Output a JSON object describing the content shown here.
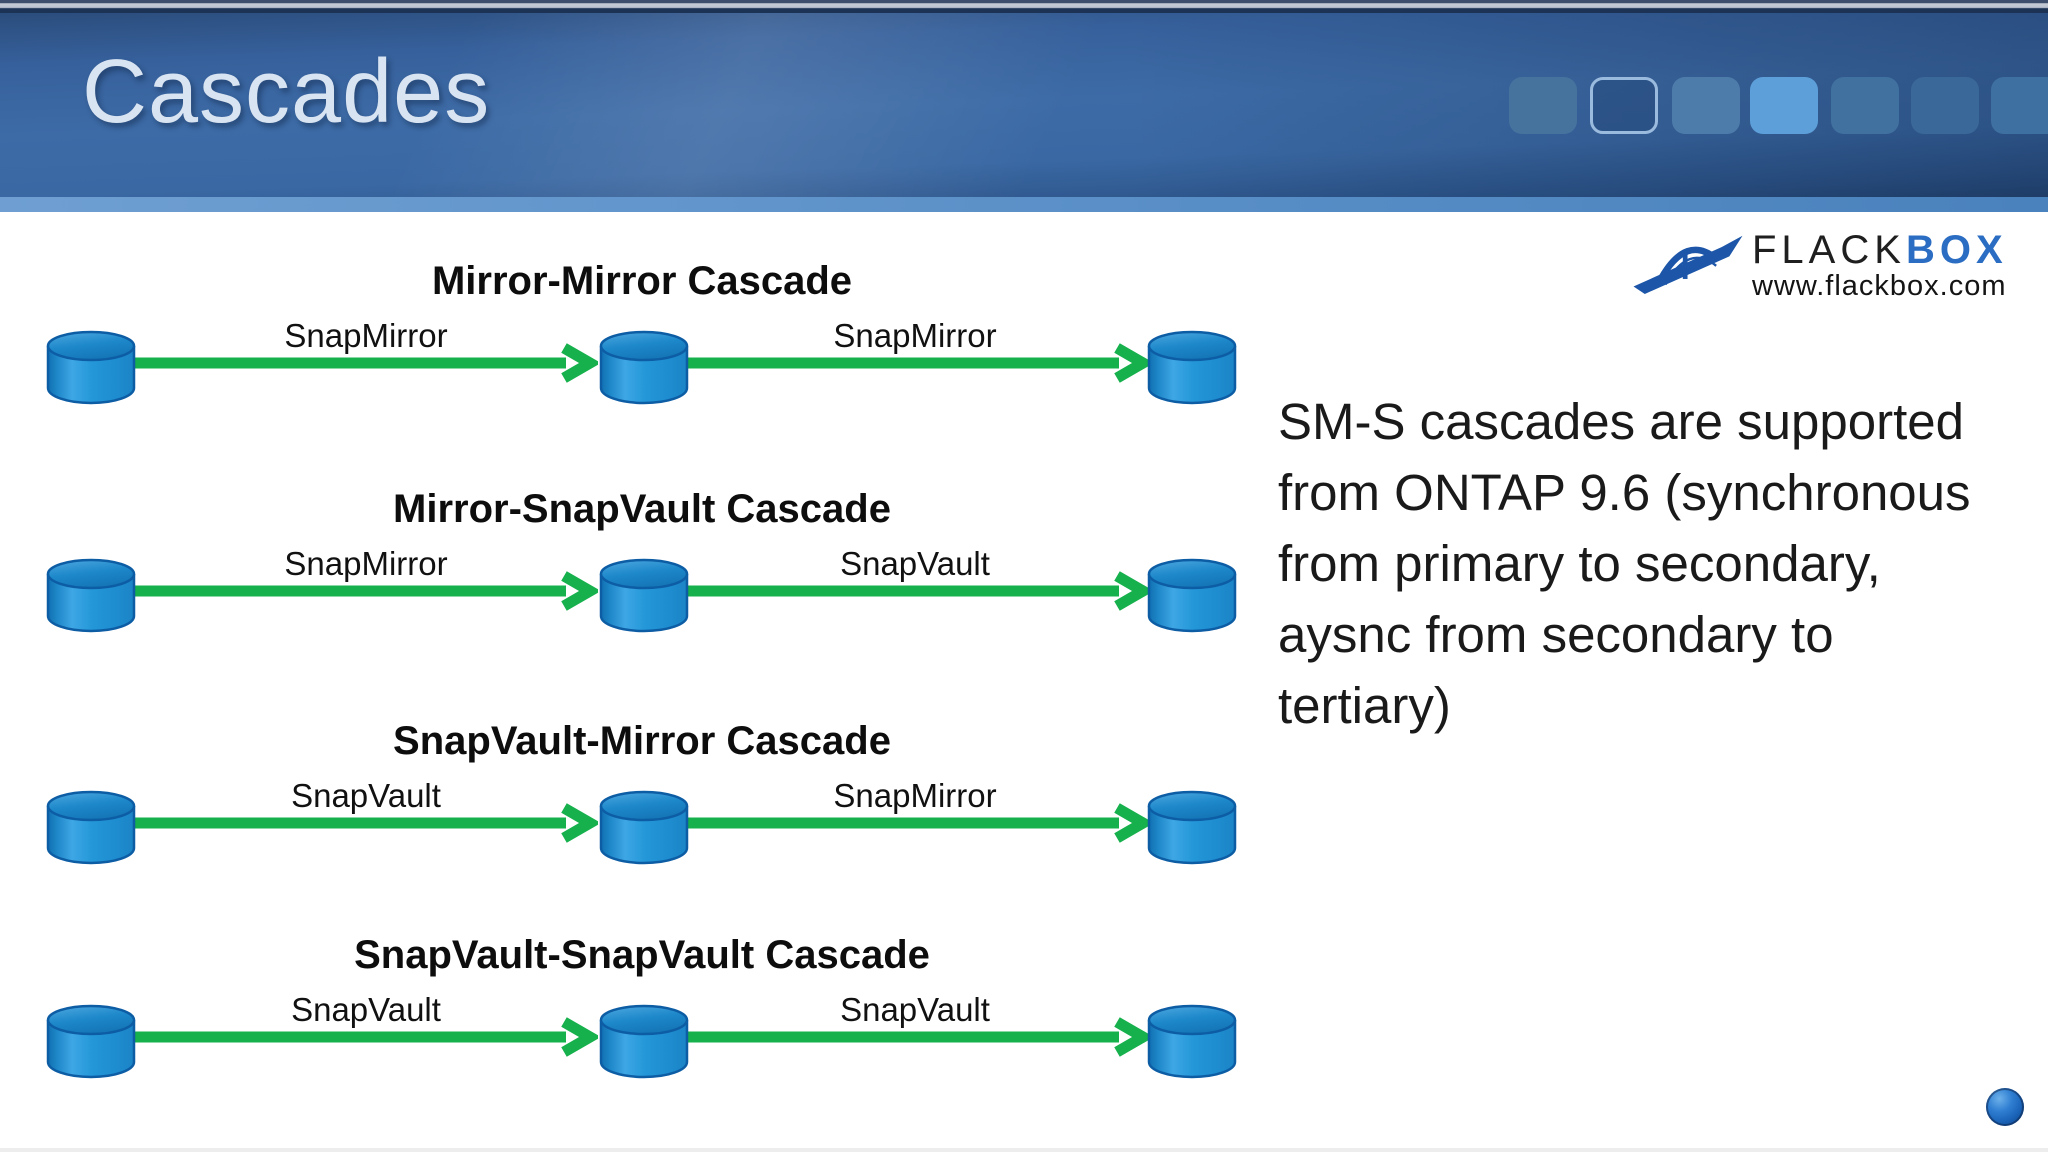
{
  "slide": {
    "title": "Cascades",
    "note": "SM-S cascades are supported\nfrom ONTAP 9.6 (synchronous\nfrom primary to secondary,\naysnc from secondary to\ntertiary)"
  },
  "logo": {
    "brand_first": "FLACK",
    "brand_second": "BOX",
    "website": "www.flackbox.com"
  },
  "cascades": [
    {
      "title": "Mirror-Mirror Cascade",
      "link1": "SnapMirror",
      "link2": "SnapMirror"
    },
    {
      "title": "Mirror-SnapVault Cascade",
      "link1": "SnapMirror",
      "link2": "SnapVault"
    },
    {
      "title": "SnapVault-Mirror Cascade",
      "link1": "SnapVault",
      "link2": "SnapMirror"
    },
    {
      "title": "SnapVault-SnapVault Cascade",
      "link1": "SnapVault",
      "link2": "SnapVault"
    }
  ],
  "header": {
    "progress_squares": [
      "filled",
      "outlined",
      "filled",
      "highlighted",
      "filled",
      "filled",
      "filled"
    ]
  },
  "icons": {
    "storage-cylinder-icon": "blue database cylinder",
    "replication-arrow-icon": "green right arrow with chevron head",
    "flackbox-bridge-icon": "blue bridge swoosh logo mark",
    "corner-dot-icon": "glossy blue sphere"
  },
  "colors": {
    "arrow_green": "#16b04c",
    "cylinder_blue": "#2196d8",
    "cylinder_outline": "#0d5da5",
    "header_blue": "#3a68a3",
    "header_strip_blue": "#5d92c9",
    "title_text": "#d9e4f2",
    "logo_blue": "#2a6dc2",
    "body_text": "#1a1a1a"
  }
}
